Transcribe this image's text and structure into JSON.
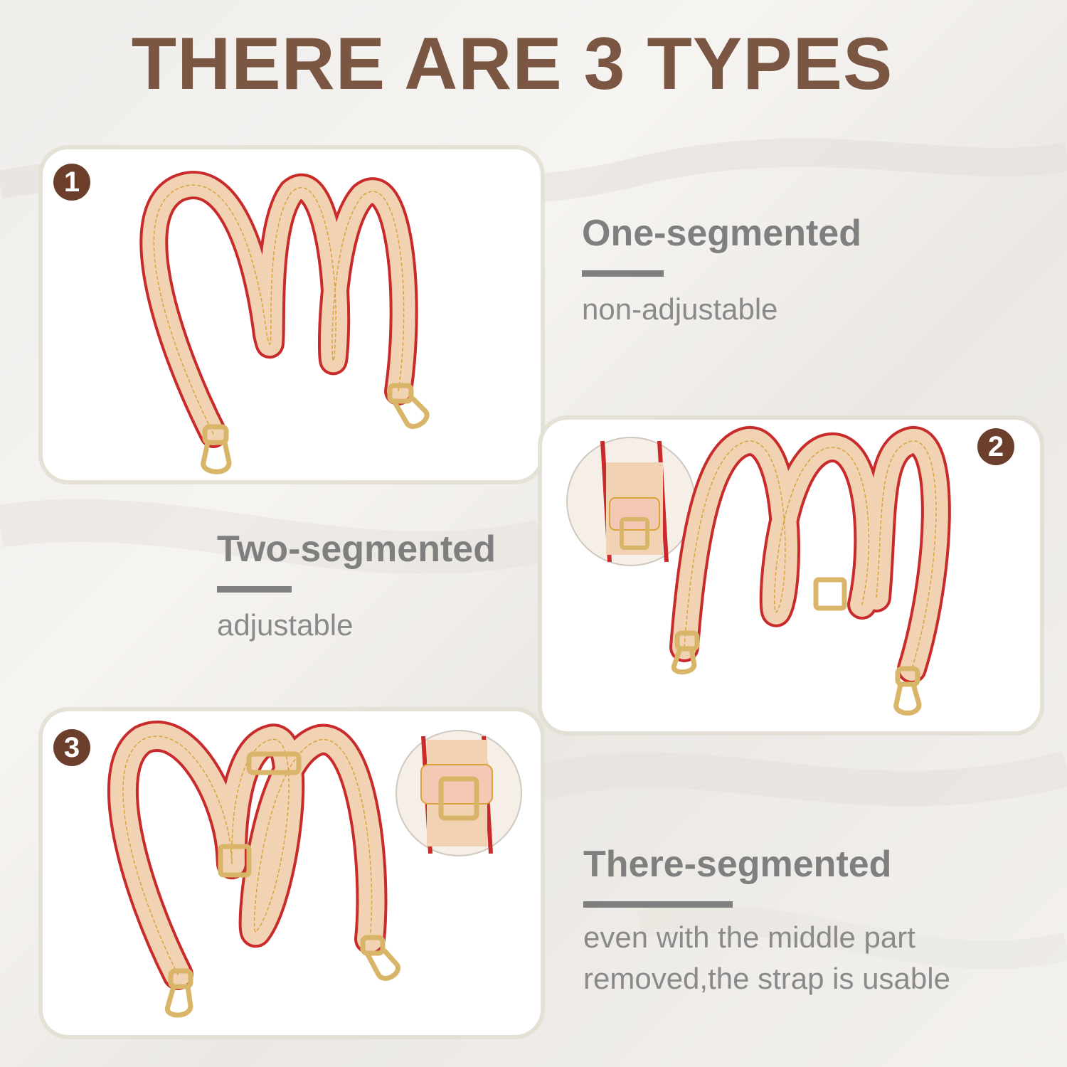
{
  "headline": "THERE ARE 3 TYPES",
  "colors": {
    "headline": "#7a5643",
    "badge": "#6b3f2c",
    "text_gray": "#7f7f7f",
    "strap_leather": "#f1d2b3",
    "strap_edge": "#c92b2b",
    "stitching": "#d9a43a",
    "hardware_gold": "#d9b56a"
  },
  "types": [
    {
      "badge": "1",
      "title": "One-segmented",
      "subtitle_lines": [
        "non-adjustable"
      ]
    },
    {
      "badge": "2",
      "title": "Two-segmented",
      "subtitle_lines": [
        "adjustable"
      ]
    },
    {
      "badge": "3",
      "title": "There-segmented",
      "subtitle_lines": [
        "even with the middle part",
        "removed,the strap is usable"
      ]
    }
  ]
}
